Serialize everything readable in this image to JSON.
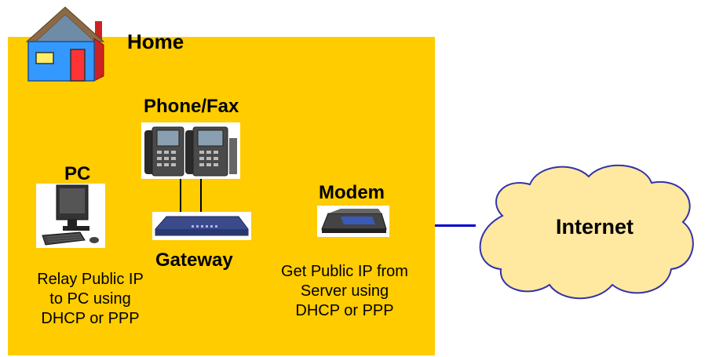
{
  "labels": {
    "home": "Home",
    "phone_fax": "Phone/Fax",
    "pc": "PC",
    "modem": "Modem",
    "gateway": "Gateway",
    "internet": "Internet"
  },
  "descriptions": {
    "gateway_relay": [
      "Relay Public IP",
      "to PC using",
      "DHCP or PPP"
    ],
    "modem_get": [
      "Get Public IP from",
      "Server using",
      "DHCP or PPP"
    ]
  },
  "colors": {
    "home_background": "#FFCC00",
    "connection_line": "#0000CC",
    "cloud_fill": "#FFE8A0",
    "cloud_stroke": "#3333AA",
    "house_wall": "#3399FF",
    "house_roof": "#7A5C3C",
    "house_door": "#FF3333"
  },
  "icons": [
    "house-icon",
    "desk-phone-icon",
    "pc-icon",
    "gateway-router-icon",
    "modem-icon",
    "internet-cloud-icon"
  ]
}
